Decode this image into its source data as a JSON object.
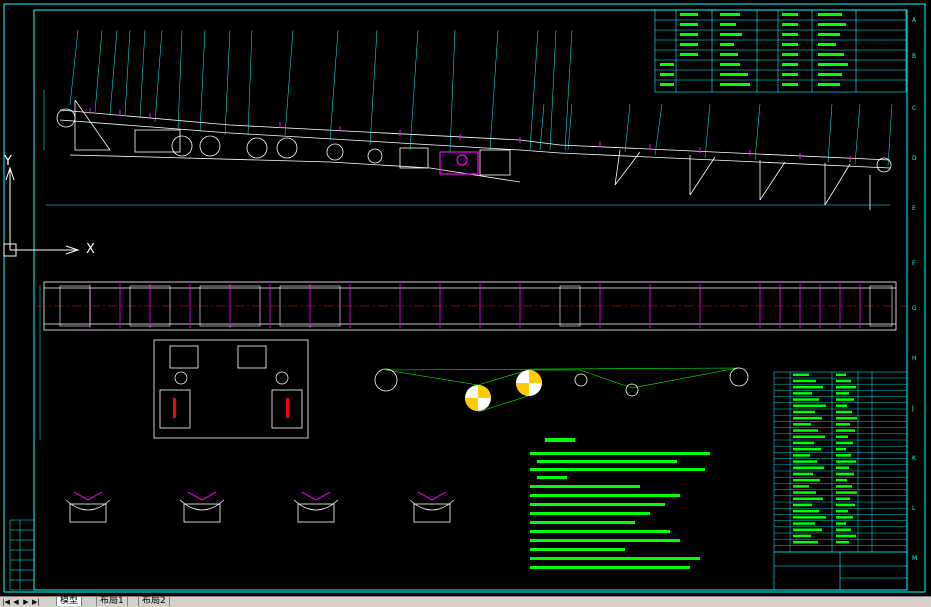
{
  "layout_tabs": [
    {
      "label": "模型",
      "active": true
    },
    {
      "label": "布局1",
      "active": false
    },
    {
      "label": "布局2",
      "active": false
    }
  ],
  "tab_nav_icons": [
    "first-icon",
    "prev-icon",
    "next-icon",
    "last-icon"
  ],
  "ucs": {
    "x_label": "X",
    "y_label": "Y"
  },
  "title_block": {
    "name": "输送机总图",
    "code": "DTII总装"
  },
  "colors": {
    "background": "#000000",
    "frame": "#00ffff",
    "structure": "#ffffff",
    "highlight": "#ff00ff",
    "text": "#00ff00",
    "centerline": "#ff0000",
    "pulley_accent": "#ffff00"
  }
}
